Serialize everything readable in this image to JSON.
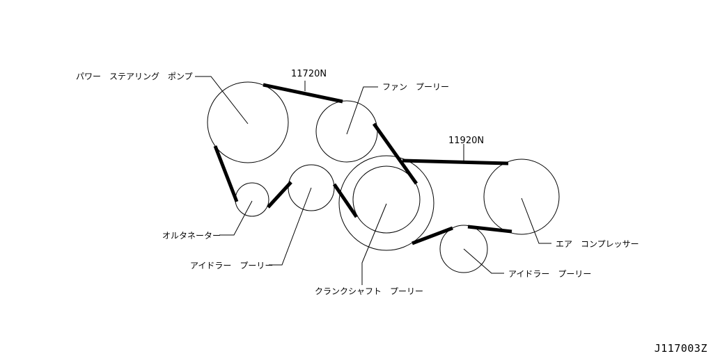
{
  "labels": {
    "power_steering_pump": "パワー　ステアリング　ポンプ",
    "belt_upper_code": "11720N",
    "fan_pulley": "ファン　プーリー",
    "belt_right_code": "11920N",
    "alternator": "オルタネーター",
    "idler_pulley_left": "アイドラー　プーリー",
    "crankshaft_pulley": "クランクシャフト　プーリー",
    "air_compressor": "エア　コンプレッサー",
    "idler_pulley_right": "アイドラー　プーリー"
  },
  "reference_code": "J117003Z",
  "colors": {
    "line": "#000000",
    "background": "#ffffff"
  }
}
